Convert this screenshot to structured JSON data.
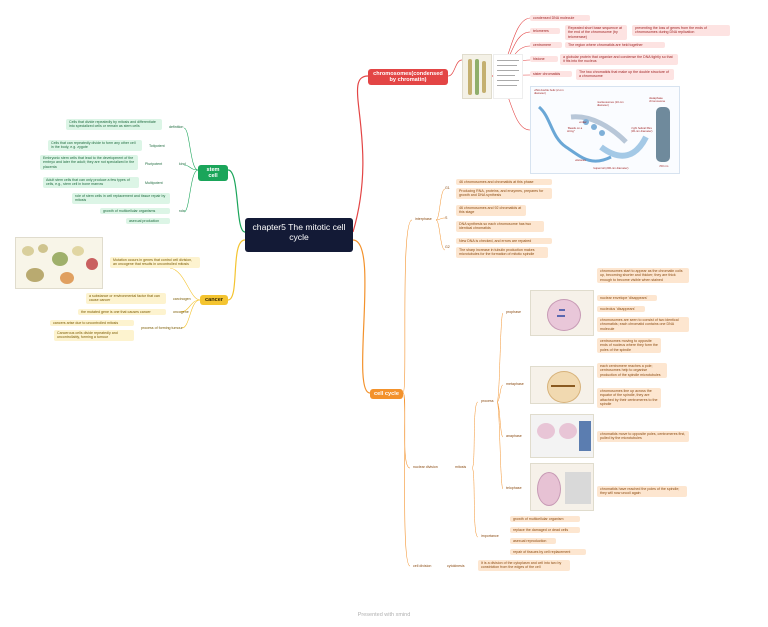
{
  "central": "chapter5 The mitotic cell cycle",
  "chromosomes": {
    "title": "chromosomes(condensed by chromatin)",
    "items": [
      "condensed DNA molecule",
      "telomeres",
      "Repeated short base sequence at the end of the chromosome (by telomerase)",
      "preventing the loss of genes from the ends of chromosomes during DNA replication",
      "centromere",
      "The region where chromatids are held together",
      "histone",
      "a globular protein that organize and condense the DNA tightly so that it fits into the nucleus",
      "sister chromatids",
      "The two chromatids that make up the double structure of a chromosome"
    ],
    "diagram_labels": [
      "DNA double helix (2-nm diameter)",
      "Nucleosomes (10-nm diameter)",
      "Linker",
      "\"Beads on a string\"",
      "Histones",
      "Tight helical fibre (30-nm diameter)",
      "Supercoil (200-nm diameter)",
      "Metaphase chromosome",
      "700 nm"
    ]
  },
  "stem_cell": {
    "title": "stem cell",
    "definition_label": "definition",
    "definition": "Cells that divide repeatedly by mitosis and differentiate into specialized cells or remain as stem cells",
    "totipotent_label": "Totipotent",
    "totipotent": "Cells that can repeatedly divide to form any other cell in the body, e.g. zygote",
    "kind_label": "kind",
    "pluripotent_label": "Pluripotent",
    "pluripotent": "Embryonic stem cells that lead to the development of the embryo and later the adult; they are not specialized in the placenta",
    "multipotent_label": "Multipotent",
    "multipotent": "Adult stem cells that can only produce a few types of cells, e.g., stem cell in bone marrow",
    "role_label": "role",
    "role_items": [
      "role of stem cells in cell replacement and tissue repair by mitosis",
      "growth of multicellular organisms",
      "asexual production"
    ]
  },
  "cancer": {
    "title": "cancer",
    "mutation": "Mutation occurs in genes that control cell division, an oncogene that results in uncontrolled mitosis",
    "carcinogen_label": "carcinogen",
    "carcinogen": "a substance or environmental factor that can cause cancer",
    "oncogene_label": "oncogene",
    "oncogene": "the mutated gene is one that causes cancer",
    "process_label": "process of forming tumour",
    "process_items": [
      "cancers arise due to uncontrolled mitosis",
      "Cancerous cells divide repeatedly and uncontrollably, forming a tumour"
    ]
  },
  "cell_cycle": {
    "title": "cell cycle",
    "interphase_label": "interphase",
    "g1_label": "G1",
    "g1_items": [
      "46 chromosomes and chromatids at this phase",
      "Producing RNA, proteins, and enzymes, prepares for growth and DNA synthesis"
    ],
    "s_label": "S",
    "s_items": [
      "46 chromosomes and 92 chromatids at this stage",
      "DNA synthesis so each chromosome has two identical chromatids"
    ],
    "g2_label": "G2",
    "g2_items": [
      "New DNA is checked, and errors are repaired",
      "The sharp increase in tubulin production makes microtubules for the formation of mitotic spindle"
    ],
    "nuclear_label": "nuclear division",
    "mitosis_label": "mitosis",
    "process_label": "process",
    "prophase_label": "prophase",
    "prophase_items": [
      "chromosomes start to appear as the chromatin coils up, becoming shorter and thicker; they are thick enough to become visible when stained",
      "nuclear envelope 'disappears'",
      "nucleolus 'disappears'",
      "chromosomes are seen to consist of two identical chromatids; each chromatid contains one DNA molecule",
      "centrosomes moving to opposite ends of nucleus where they form the poles of the spindle"
    ],
    "metaphase_label": "metaphase",
    "metaphase_items": [
      "each centromere reaches a pole; centrosomes help to organise production of the spindle microtubules",
      "chromosomes line up across the equator of the spindle, they are attached by their centromeres to the spindle"
    ],
    "anaphase_label": "anaphase",
    "anaphase_items": [
      "chromatids move to opposite poles, centromeres first, pulled by the microtubules"
    ],
    "telophase_label": "telophase",
    "telophase_items": [
      "chromatids have reached the poles of the spindle; they will now uncoil again"
    ],
    "importance_label": "importance",
    "importance_items": [
      "growth of multicellular organism",
      "replace the damaged or dead cells",
      "asexual reproduction",
      "repair of tissues by cell replacement"
    ],
    "cell_division_label": "cell division",
    "cytokinesis_label": "cytokinesis",
    "cytokinesis": "It is a division of the cytoplasm and cell into two by constriction from the edges of the cell"
  },
  "footer": "Presented with xmind",
  "colors": {
    "red": "#e34545",
    "green": "#1aa55a",
    "yellow": "#f4c430",
    "orange": "#f3922c",
    "central": "#131a36"
  }
}
